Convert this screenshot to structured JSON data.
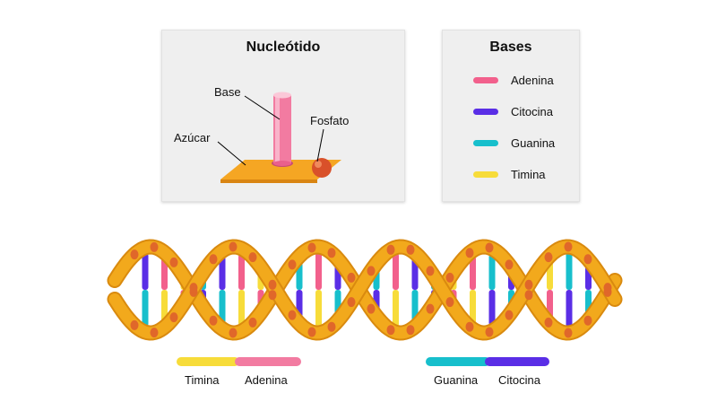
{
  "nucleotide": {
    "title": "Nucleótido",
    "labels": {
      "base": "Base",
      "sugar": "Azúcar",
      "phosphate": "Fosfato"
    }
  },
  "bases_legend": {
    "title": "Bases",
    "items": [
      {
        "name": "Adenina",
        "color": "#f2608c"
      },
      {
        "name": "Citocina",
        "color": "#5a2ee6"
      },
      {
        "name": "Guanina",
        "color": "#17bfcc"
      },
      {
        "name": "Timina",
        "color": "#f7dc3a"
      }
    ]
  },
  "colors": {
    "backbone": "#f2a91c",
    "phosphate_dot": "#e0672a",
    "sugar_plate": "#f5a623"
  },
  "pairs": {
    "left": {
      "first": "Timina",
      "second": "Adenina"
    },
    "right": {
      "first": "Guanina",
      "second": "Citocina"
    }
  }
}
